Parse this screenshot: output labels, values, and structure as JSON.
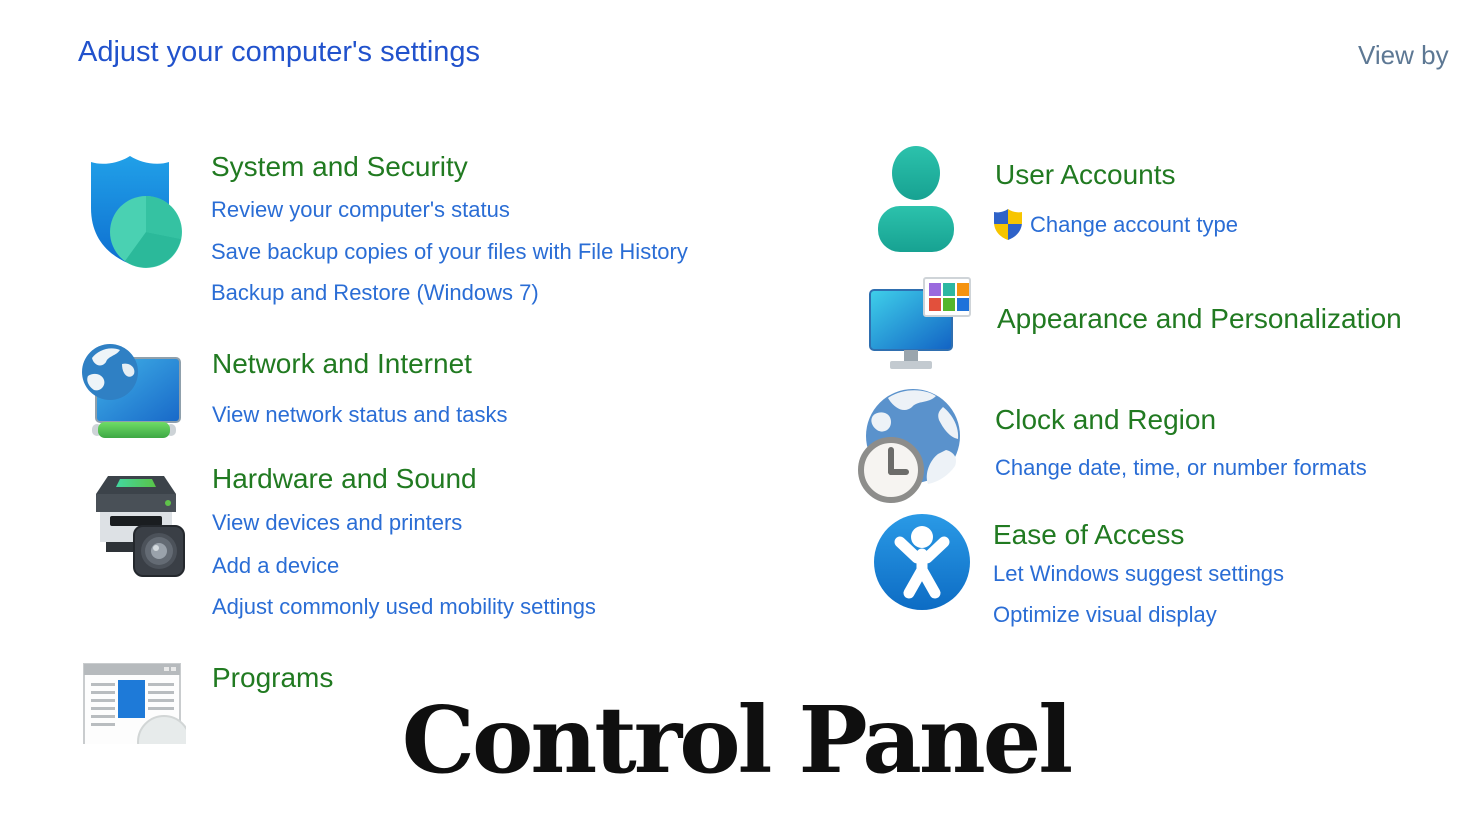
{
  "header": {
    "title": "Adjust your computer's settings",
    "view_by": "View by"
  },
  "caption": "Control Panel",
  "colors": {
    "category_heading_green": "#217a21",
    "task_link_blue": "#2a6dd5",
    "page_title_blue": "#2152cc",
    "view_by_gray": "#5d7894",
    "caption_black": "#0f0f0f",
    "shield_blue": "#1283d7",
    "shield_pie_teal": "#3ecfae",
    "user_teal": "#20b2a0",
    "ease_circle_blue": "#1b88dd"
  },
  "icons": {
    "system_security": "shield-with-teal-pie-icon",
    "network_internet": "monitor-globe-green-cable-icon",
    "hardware_sound": "printer-with-speaker-icon",
    "programs": "window-with-document-and-disc-icon",
    "user_accounts": "person-silhouette-icon",
    "appearance_personalization": "monitor-with-color-swatches-icon",
    "clock_region": "globe-with-clock-icon",
    "ease_of_access": "accessibility-person-circle-icon",
    "uac": "uac-blue-yellow-shield-icon"
  },
  "left": [
    {
      "title": "System and Security",
      "links": [
        "Review your computer's status",
        "Save backup copies of your files with File History",
        "Backup and Restore (Windows 7)"
      ]
    },
    {
      "title": "Network and Internet",
      "links": [
        "View network status and tasks"
      ]
    },
    {
      "title": "Hardware and Sound",
      "links": [
        "View devices and printers",
        "Add a device",
        "Adjust commonly used mobility settings"
      ]
    },
    {
      "title": "Programs",
      "links": []
    }
  ],
  "right": [
    {
      "title": "User Accounts",
      "links": [
        "Change account type"
      ]
    },
    {
      "title": "Appearance and Personalization",
      "links": []
    },
    {
      "title": "Clock and Region",
      "links": [
        "Change date, time, or number formats"
      ]
    },
    {
      "title": "Ease of Access",
      "links": [
        "Let Windows suggest settings",
        "Optimize visual display"
      ]
    }
  ]
}
